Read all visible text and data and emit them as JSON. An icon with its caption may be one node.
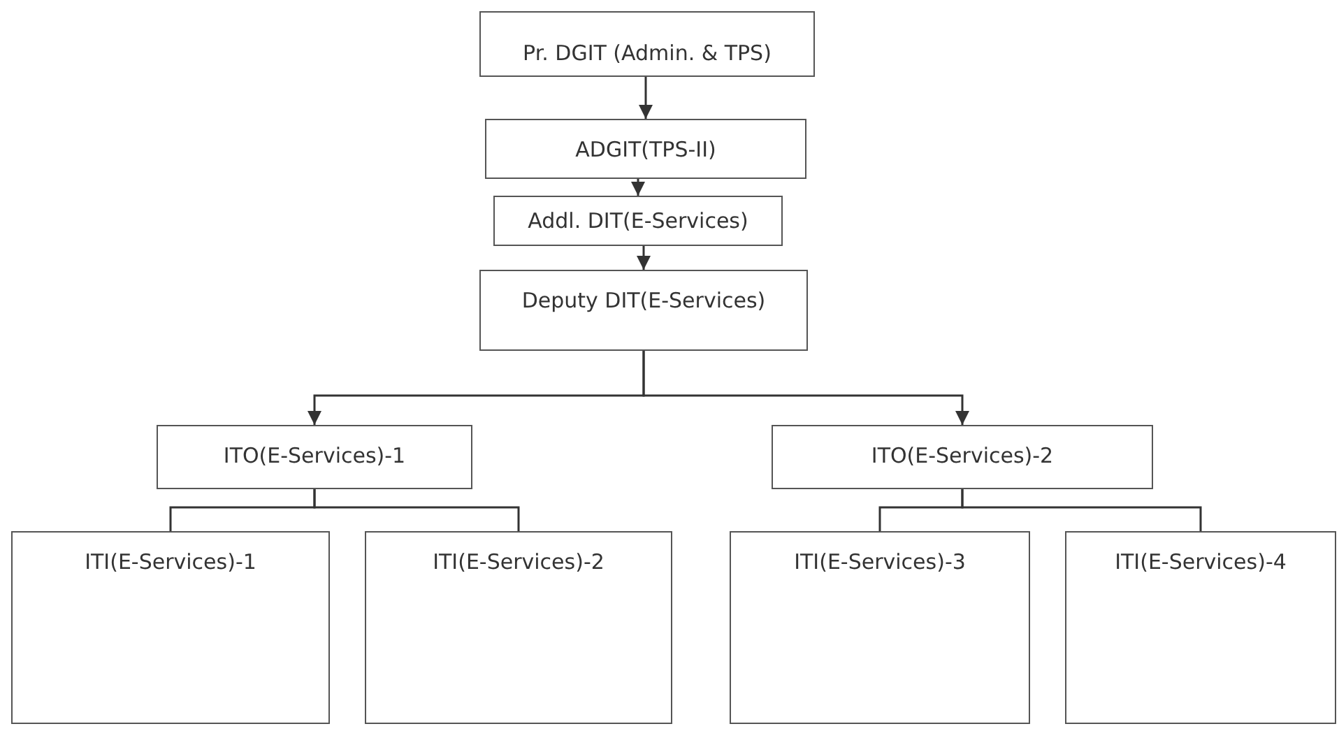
{
  "diagram": {
    "nodes": [
      {
        "text": [
          "Pr. DGIT (Admin. & TPS)"
        ]
      },
      {
        "text": [
          "ADGIT(TPS-II)"
        ]
      },
      {
        "text": [
          "Addl. DIT(E-Services)"
        ]
      },
      {
        "text": [
          "Deputy DIT(E-Services)"
        ]
      },
      {
        "text": [
          "ITO(E-Services)-1"
        ]
      },
      {
        "text": [
          "ITO(E-Services)-2"
        ]
      },
      {
        "text": [
          "ITI(E-Services)-1"
        ]
      },
      {
        "text": [
          "ITI(E-Services)-2"
        ]
      },
      {
        "text": [
          "ITI(E-Services)-3"
        ]
      },
      {
        "text": [
          "ITI(E-Services)-4"
        ]
      }
    ],
    "edges": [
      {
        "from": 0,
        "to": 1,
        "arrow": "to"
      },
      {
        "from": 1,
        "to": 2,
        "arrow": "to"
      },
      {
        "from": 2,
        "to": 3,
        "arrow": "to"
      },
      {
        "from": 3,
        "to": 4,
        "arrow": "to"
      },
      {
        "from": 3,
        "to": 5,
        "arrow": "to"
      },
      {
        "from": 4,
        "to": 6,
        "arrow": "none"
      },
      {
        "from": 4,
        "to": 7,
        "arrow": "none"
      },
      {
        "from": 5,
        "to": 8,
        "arrow": "none"
      },
      {
        "from": 5,
        "to": 9,
        "arrow": "none"
      }
    ]
  }
}
